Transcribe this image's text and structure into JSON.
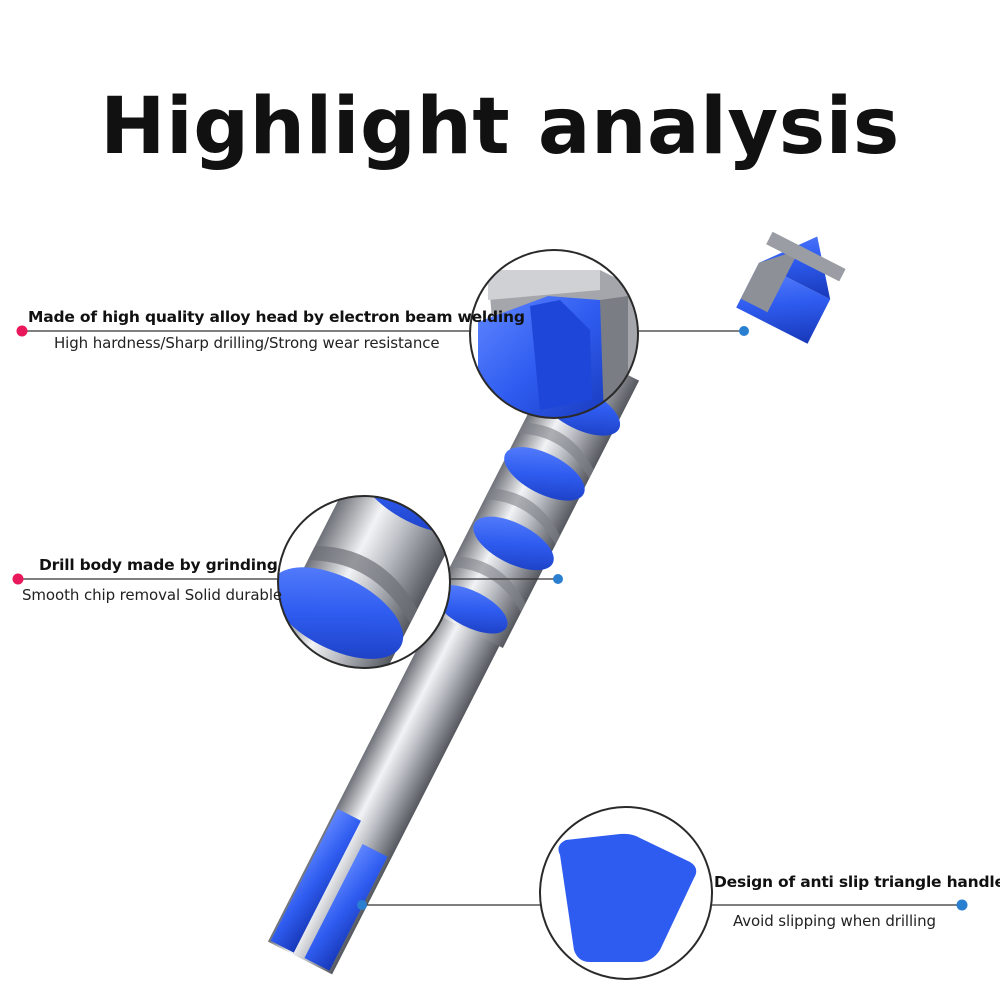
{
  "title": "Highlight analysis",
  "colors": {
    "accent_blue": "#2f5cf0",
    "steel": "#a9acb2",
    "dot_pink": "#e8185a",
    "dot_blue": "#2a7fd0"
  },
  "callouts": {
    "head": {
      "title": "Made of high quality alloy head by electron beam welding",
      "subtitle": "High hardness/Sharp drilling/Strong wear resistance"
    },
    "body": {
      "title": "Drill body made by grinding",
      "subtitle": "Smooth chip removal Solid durable"
    },
    "handle": {
      "title": "Design of anti slip triangle handle",
      "subtitle": "Avoid slipping when drilling"
    }
  }
}
